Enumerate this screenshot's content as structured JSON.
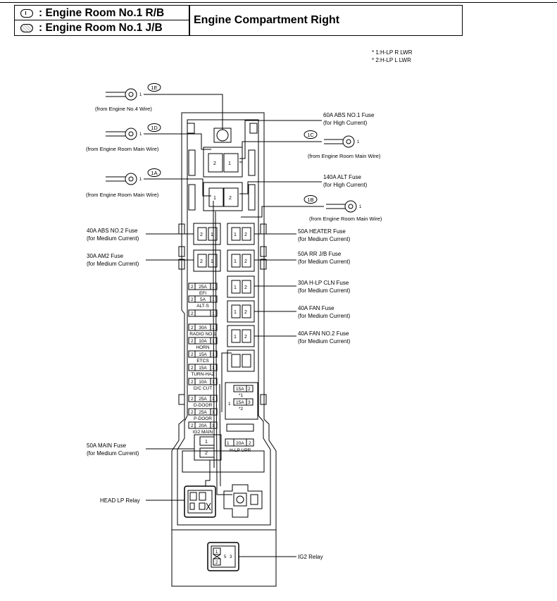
{
  "header": {
    "rb_label": ": Engine Room No.1 R/B",
    "jb_label": ": Engine Room No.1 J/B",
    "title": "Engine Compartment Right"
  },
  "notes": {
    "n1": "* 1:H-LP R LWR",
    "n2": "* 2:H-LP L LWR"
  },
  "connectors": {
    "c1E": {
      "code": "1E",
      "pin": "1",
      "source": "(from Engine No.4 Wire)"
    },
    "c1D": {
      "code": "1D",
      "pin": "1",
      "source": "(from Engine Room Main Wire)"
    },
    "c1A": {
      "code": "1A",
      "pin": "1",
      "source": "(from Engine Room Main Wire)"
    },
    "c1C": {
      "code": "1C",
      "pin": "1",
      "source": "(from Engine Room Main Wire)"
    },
    "c1B": {
      "code": "1B",
      "pin": "1",
      "source": "(from Engine Room Main Wire)"
    }
  },
  "callouts": {
    "abs1": {
      "name": "60A ABS NO.1 Fuse",
      "sub": "(for High Current)"
    },
    "alt": {
      "name": "140A ALT Fuse",
      "sub": "(for High Current)"
    },
    "abs2": {
      "name": "40A ABS NO.2 Fuse",
      "sub": "(for Medium Current)"
    },
    "am2": {
      "name": "30A AM2 Fuse",
      "sub": "(for Medium Current)"
    },
    "heater": {
      "name": "50A HEATER Fuse",
      "sub": "(for Medium Current)"
    },
    "rrjb": {
      "name": "50A RR J/B Fuse",
      "sub": "(for Medium Current)"
    },
    "hlpcln": {
      "name": "30A H-LP CLN Fuse",
      "sub": "(for Medium Current)"
    },
    "fan": {
      "name": "40A FAN Fuse",
      "sub": "(for Medium Current)"
    },
    "fan2": {
      "name": "40A FAN NO.2 Fuse",
      "sub": "(for Medium Current)"
    },
    "main": {
      "name": "50A MAIN Fuse",
      "sub": "(for Medium Current)"
    },
    "headlp": {
      "name": "HEAD LP Relay"
    },
    "ig2": {
      "name": "IG2 Relay"
    }
  },
  "small_fuses": [
    {
      "amp": "25A",
      "name": "EFI"
    },
    {
      "amp": "5A",
      "name": "ALT-S"
    },
    {
      "amp": "",
      "name": ""
    },
    {
      "amp": "30A",
      "name": "RADIO NO.1"
    },
    {
      "amp": "10A",
      "name": "HORN"
    },
    {
      "amp": "15A",
      "name": "ETCS"
    },
    {
      "amp": "15A",
      "name": "TURN-HAZ"
    },
    {
      "amp": "10A",
      "name": "D/C CUT"
    },
    {
      "amp": "25A",
      "name": "D-DOOR"
    },
    {
      "amp": "25A",
      "name": "P-DOOR"
    },
    {
      "amp": "20A",
      "name": "IG2 MAIN"
    }
  ],
  "hlp_group": {
    "f1": {
      "amp": "15A",
      "pin": "2",
      "star": "*1"
    },
    "f2": {
      "amp": "15A",
      "pin": "3",
      "star": "*2"
    },
    "left_pin": "1",
    "upr": {
      "amp": "20A",
      "name": "H-LP UPR"
    }
  },
  "pins": {
    "p1": "1",
    "p2": "2",
    "p3": "3",
    "p5": "5"
  }
}
